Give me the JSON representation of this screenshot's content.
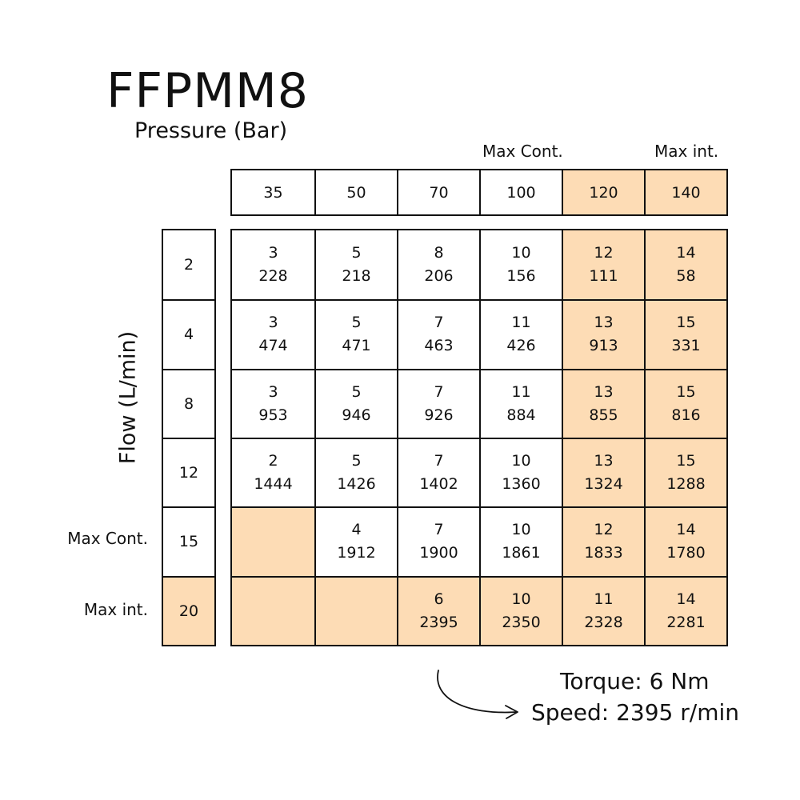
{
  "title": "FFPMM8",
  "x_axis_label": "Pressure (Bar)",
  "y_axis_label": "Flow (L/min)",
  "column_notes": {
    "max_cont": "Max Cont.",
    "max_int": "Max int."
  },
  "row_notes": {
    "max_cont": "Max Cont.",
    "max_int": "Max int."
  },
  "colors": {
    "highlight": "#fddcb5",
    "border": "#111111"
  },
  "example": {
    "torque": "Torque: 6 Nm",
    "speed": "Speed: 2395 r/min"
  },
  "chart_data": {
    "type": "table",
    "pressure_bar": [
      "35",
      "50",
      "70",
      "100",
      "120",
      "140"
    ],
    "flow_lpm": [
      "2",
      "4",
      "8",
      "12",
      "15",
      "20"
    ],
    "cells": [
      [
        {
          "torque": "3",
          "speed": "228"
        },
        {
          "torque": "5",
          "speed": "218"
        },
        {
          "torque": "8",
          "speed": "206"
        },
        {
          "torque": "10",
          "speed": "156"
        },
        {
          "torque": "12",
          "speed": "111"
        },
        {
          "torque": "14",
          "speed": "58"
        }
      ],
      [
        {
          "torque": "3",
          "speed": "474"
        },
        {
          "torque": "5",
          "speed": "471"
        },
        {
          "torque": "7",
          "speed": "463"
        },
        {
          "torque": "11",
          "speed": "426"
        },
        {
          "torque": "13",
          "speed": "913"
        },
        {
          "torque": "15",
          "speed": "331"
        }
      ],
      [
        {
          "torque": "3",
          "speed": "953"
        },
        {
          "torque": "5",
          "speed": "946"
        },
        {
          "torque": "7",
          "speed": "926"
        },
        {
          "torque": "11",
          "speed": "884"
        },
        {
          "torque": "13",
          "speed": "855"
        },
        {
          "torque": "15",
          "speed": "816"
        }
      ],
      [
        {
          "torque": "2",
          "speed": "1444"
        },
        {
          "torque": "5",
          "speed": "1426"
        },
        {
          "torque": "7",
          "speed": "1402"
        },
        {
          "torque": "10",
          "speed": "1360"
        },
        {
          "torque": "13",
          "speed": "1324"
        },
        {
          "torque": "15",
          "speed": "1288"
        }
      ],
      [
        null,
        {
          "torque": "4",
          "speed": "1912"
        },
        {
          "torque": "7",
          "speed": "1900"
        },
        {
          "torque": "10",
          "speed": "1861"
        },
        {
          "torque": "12",
          "speed": "1833"
        },
        {
          "torque": "14",
          "speed": "1780"
        }
      ],
      [
        null,
        null,
        {
          "torque": "6",
          "speed": "2395"
        },
        {
          "torque": "10",
          "speed": "2350"
        },
        {
          "torque": "11",
          "speed": "2328"
        },
        {
          "torque": "14",
          "speed": "2281"
        }
      ]
    ],
    "highlighted_columns": [
      4,
      5
    ],
    "highlighted_rows": [
      5
    ],
    "highlighted_empty_cells": [
      [
        4,
        0
      ]
    ]
  }
}
